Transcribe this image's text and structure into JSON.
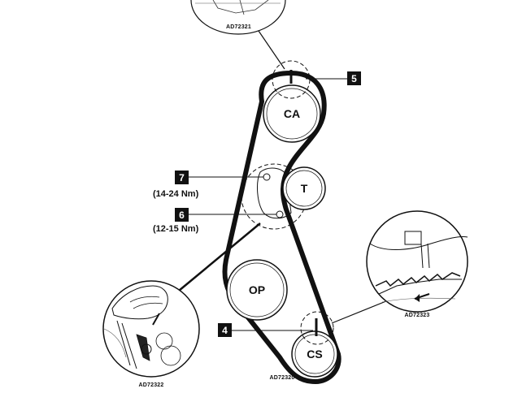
{
  "pulleys": {
    "ca": "CA",
    "t": "T",
    "op": "OP",
    "cs": "CS"
  },
  "callouts": {
    "c5": "5",
    "c7": "7",
    "c6": "6",
    "c4": "4"
  },
  "torques": {
    "t7": "(14-24 Nm)",
    "t6": "(12-15 Nm)"
  },
  "figure_codes": {
    "top": "AD72321",
    "right": "AD72323",
    "left": "AD72322",
    "main": "AD72320"
  }
}
